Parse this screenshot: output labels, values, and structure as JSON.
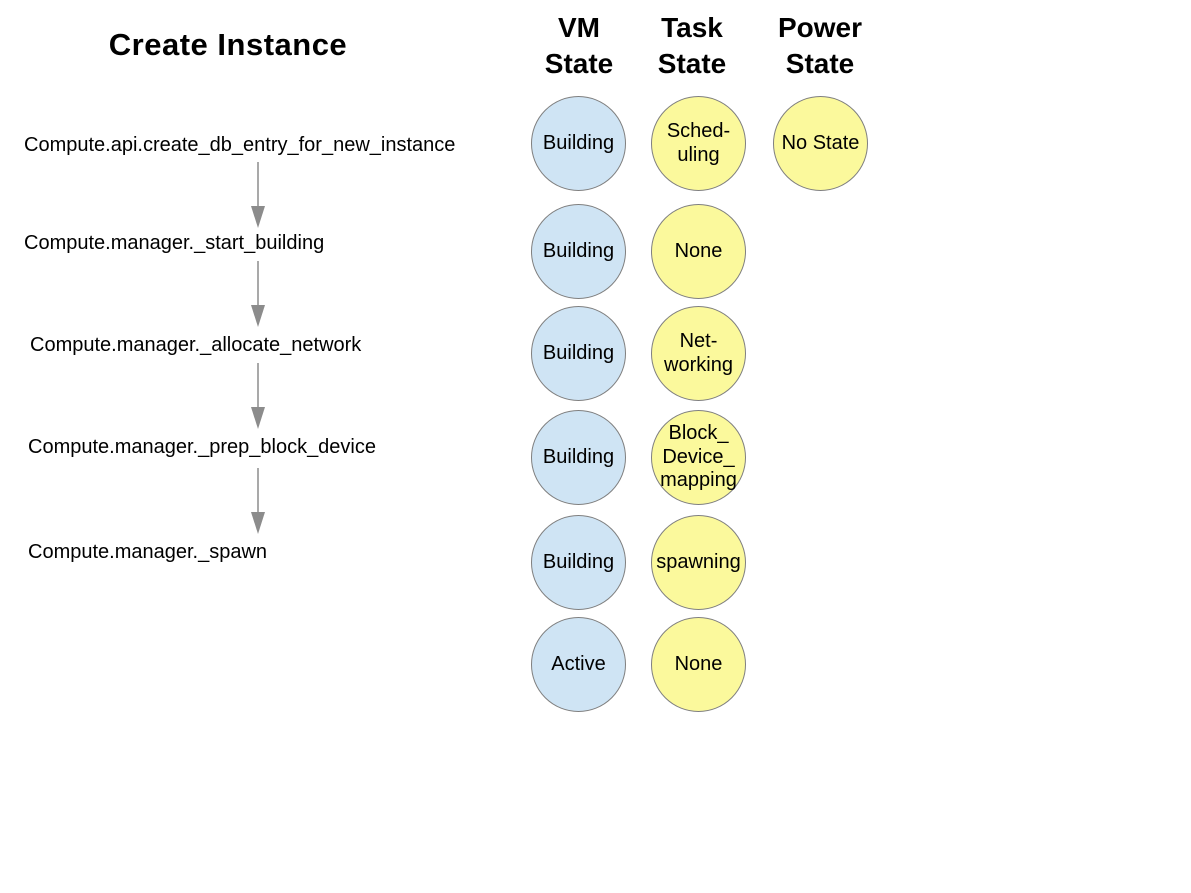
{
  "title": "Create Instance",
  "columns": [
    {
      "id": "vm_state",
      "label": "VM\nState"
    },
    {
      "id": "task_state",
      "label": "Task\nState"
    },
    {
      "id": "power_state",
      "label": "Power\nState"
    }
  ],
  "steps": [
    "Compute.api.create_db_entry_for_new_instance",
    "Compute.manager._start_building",
    "Compute.manager._allocate_network",
    "Compute.manager._prep_block_device",
    "Compute.manager._spawn"
  ],
  "rows": [
    {
      "vm_state": "Building",
      "task_state": "Sched-\nuling",
      "power_state": "No State"
    },
    {
      "vm_state": "Building",
      "task_state": "None"
    },
    {
      "vm_state": "Building",
      "task_state": "Net-\nworking"
    },
    {
      "vm_state": "Building",
      "task_state": "Block_\nDevice_\nmapping"
    },
    {
      "vm_state": "Building",
      "task_state": "spawning"
    },
    {
      "vm_state": "Active",
      "task_state": "None"
    }
  ],
  "colors": {
    "vm_state_fill": "#cfe4f4",
    "task_state_fill": "#fbf99c",
    "power_state_fill": "#fbf99c",
    "circle_border": "#7f7f7f",
    "arrow": "#8c8c8c"
  }
}
